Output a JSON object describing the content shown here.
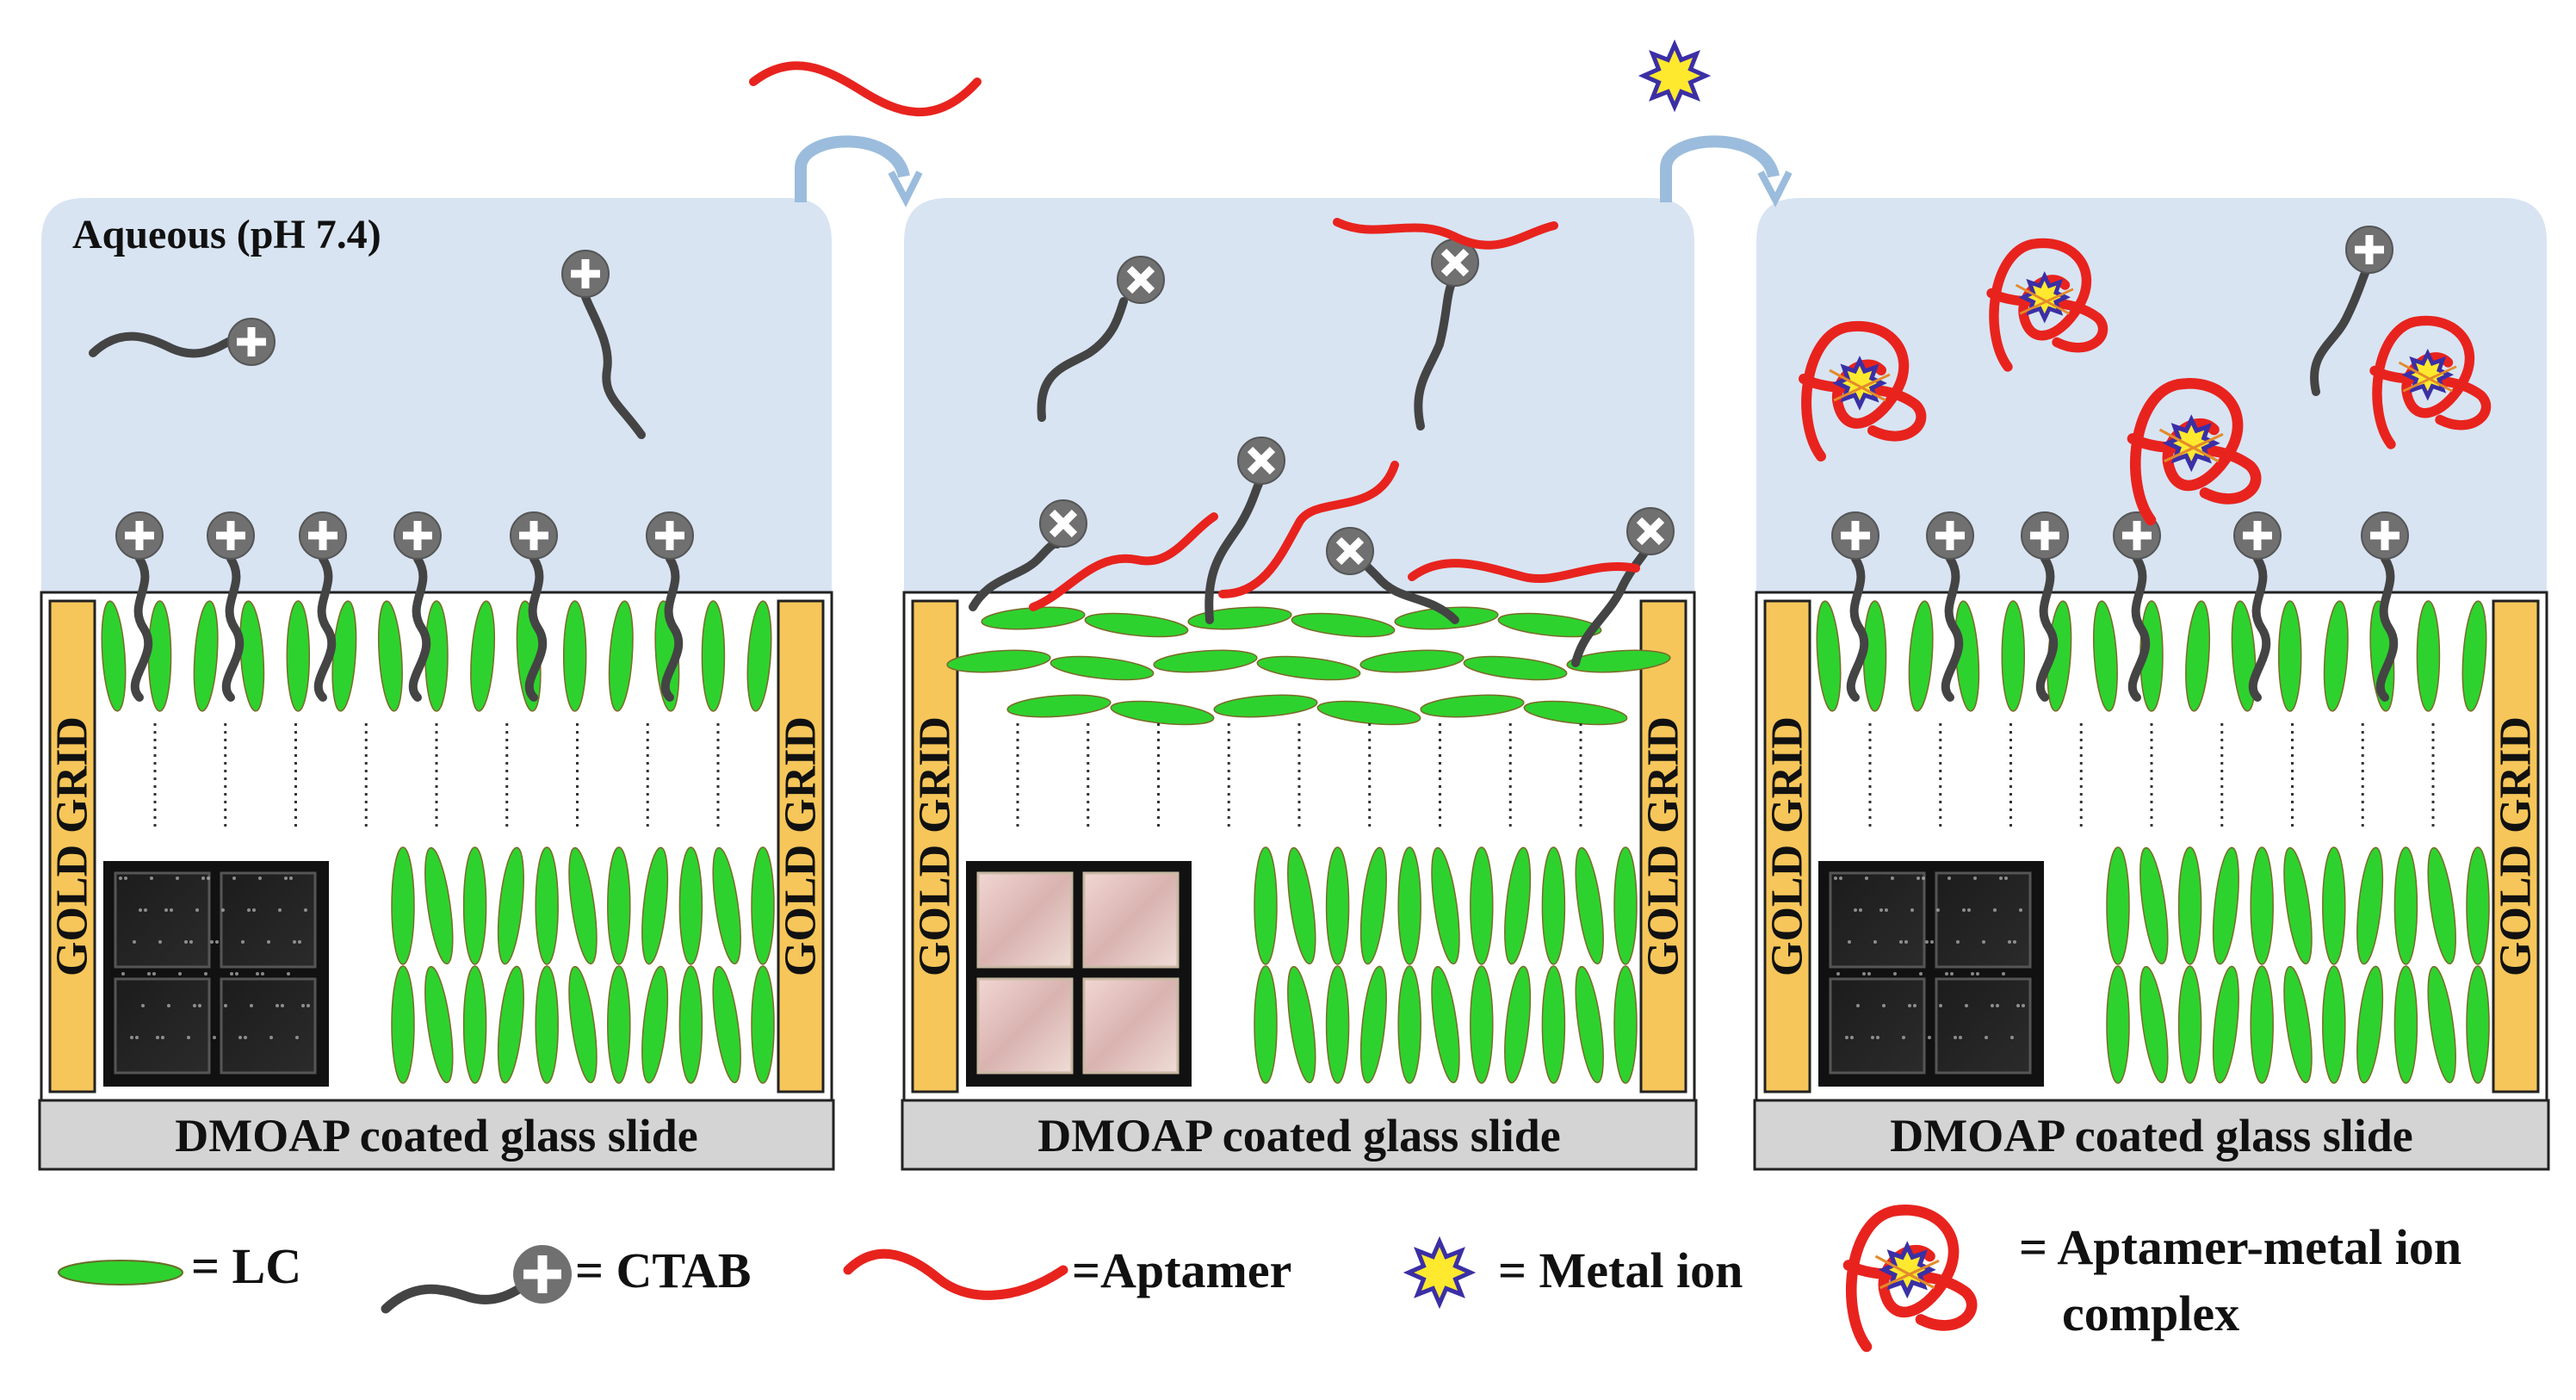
{
  "panels": [
    {
      "id": "left",
      "medium_label": "Aqueous (pH 7.4)",
      "grid_label": "GOLD GRID",
      "slide_label": "DMOAP coated glass slide",
      "lc_alignment": "homeotropic",
      "micrograph": "dark"
    },
    {
      "id": "middle",
      "medium_label": "",
      "grid_label": "GOLD GRID",
      "slide_label": "DMOAP coated glass slide",
      "lc_alignment": "planar",
      "micrograph": "bright"
    },
    {
      "id": "right",
      "medium_label": "",
      "grid_label": "GOLD GRID",
      "slide_label": "DMOAP coated glass slide",
      "lc_alignment": "homeotropic",
      "micrograph": "dark"
    }
  ],
  "legend": [
    {
      "icon": "lc-molecule-icon",
      "text": "= LC"
    },
    {
      "icon": "ctab-icon",
      "text": "= CTAB"
    },
    {
      "icon": "aptamer-icon",
      "text": "=Aptamer"
    },
    {
      "icon": "metal-ion-icon",
      "text": "= Metal ion"
    },
    {
      "icon": "aptamer-metal-complex-icon",
      "text": "= Aptamer-metal ion",
      "text2": "complex"
    }
  ],
  "colors": {
    "aqueous": "#d8e4f2",
    "lc": "#2ed22e",
    "gold": "#f6c65a",
    "aptamer": "#e8231e",
    "metal_ion_fill": "#ffe92e",
    "metal_ion_stroke": "#3b2fa5",
    "slide": "#d4d4d4",
    "ctab_head": "#707070",
    "ctab_tail": "#444444",
    "arrow": "#9bbcdc"
  }
}
